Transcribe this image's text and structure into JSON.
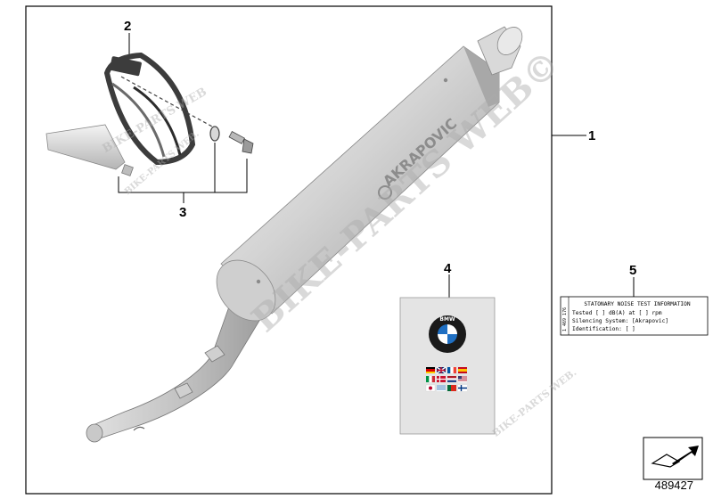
{
  "callouts": {
    "c1": "1",
    "c2": "2",
    "c3": "3",
    "c4": "4",
    "c5": "5"
  },
  "muffler": {
    "brand_text": "AKRAPOVIC"
  },
  "manual": {
    "logo_text": "BMW"
  },
  "noise_label": {
    "title": "STATONARY NOISE TEST INFORMATION",
    "line1": "Tested [ ] dB(A) at [ ] rpm",
    "line2": "Silencing System: [Akrapovic]",
    "line3": "Identification: [ ]",
    "side": "1 469 176"
  },
  "diagram_number": "489427",
  "watermarks": {
    "w1": "BIKE-PARTS WEB©",
    "w2": "BIKE-PARTS WEB",
    "w3": "BIKE-PARTS WEB.",
    "w4": "BIKE-PARTS WEB."
  },
  "colors": {
    "muffler_light": "#ececec",
    "muffler_mid": "#bdbdbd",
    "muffler_dark": "#8a8a8a",
    "clamp": "#5a5a5a",
    "manual_bg": "#e6e6e6",
    "bmw_blue": "#1f6fc2",
    "border": "#000000"
  }
}
